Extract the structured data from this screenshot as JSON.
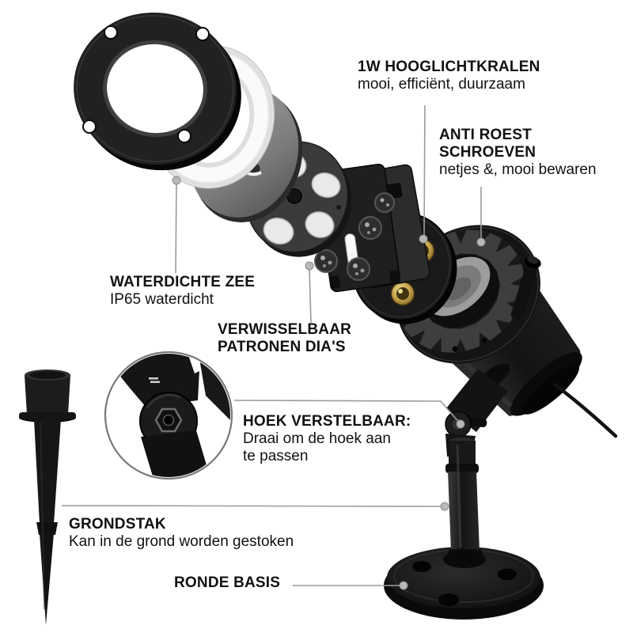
{
  "annotations": {
    "led": {
      "title": "1W HOOGLICHTKRALEN",
      "body": "mooi, efficiënt, duurzaam"
    },
    "screws": {
      "title_line1": "ANTI ROEST",
      "title_line2": "SCHROEVEN",
      "body": "netjes &, mooi bewaren"
    },
    "waterproof": {
      "title": "WATERDICHTE ZEE",
      "body": "IP65 waterdicht"
    },
    "slides": {
      "title_line1": "VERWISSELBAAR",
      "title_line2": "PATRONEN DIA'S"
    },
    "angle": {
      "title": "HOEK VERSTELBAAR:",
      "body_line1": "Draai om de hoek aan",
      "body_line2": "te passen"
    },
    "stake": {
      "title": "GRONDSTAK",
      "body": "Kan in de grond worden gestoken"
    },
    "base": {
      "title": "RONDE BASIS"
    }
  },
  "colors": {
    "background": "#ffffff",
    "text": "#111111",
    "callout_line": "#999999",
    "callout_dot": "#b8b8b8",
    "product_black": "#1a1a1a",
    "led_gold": "#c9a94e",
    "gasket_white": "#f1f1f1"
  }
}
